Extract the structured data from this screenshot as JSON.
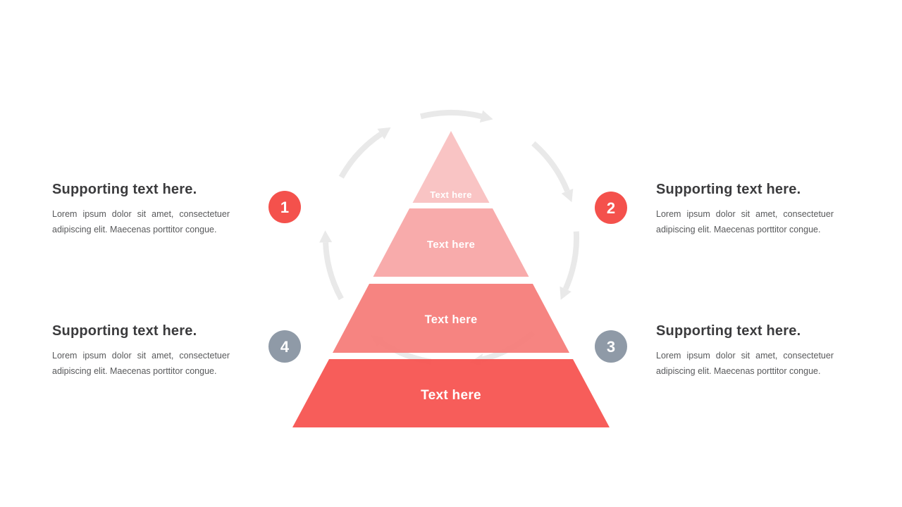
{
  "slide": {
    "background_color": "#FFFFFF"
  },
  "pyramid": {
    "tiers": [
      {
        "label": "Text here",
        "color": "#F9BFBF"
      },
      {
        "label": "Text here",
        "color": "#F8A5A5"
      },
      {
        "label": "Text here",
        "color": "#F57B77"
      },
      {
        "label": "Text here",
        "color": "#F6514E"
      }
    ]
  },
  "markers": [
    {
      "number": "1",
      "color": "#F4514C"
    },
    {
      "number": "2",
      "color": "#F4514C"
    },
    {
      "number": "3",
      "color": "#8F9AA7"
    },
    {
      "number": "4",
      "color": "#8F9AA7"
    }
  ],
  "cycle_arrows": {
    "color": "#E9E9E9",
    "count": 7,
    "direction": "clockwise"
  },
  "text_blocks": [
    {
      "title": "Supporting text here.",
      "body": "Lorem ipsum dolor sit amet, consectetuer adipiscing elit. Maecenas porttitor congue."
    },
    {
      "title": "Supporting text here.",
      "body": "Lorem ipsum dolor sit amet, consectetuer adipiscing elit. Maecenas porttitor congue."
    },
    {
      "title": "Supporting text here.",
      "body": "Lorem ipsum dolor sit amet, consectetuer adipiscing elit. Maecenas porttitor congue."
    },
    {
      "title": "Supporting text here.",
      "body": "Lorem ipsum dolor sit amet, consectetuer adipiscing elit. Maecenas porttitor congue."
    }
  ]
}
